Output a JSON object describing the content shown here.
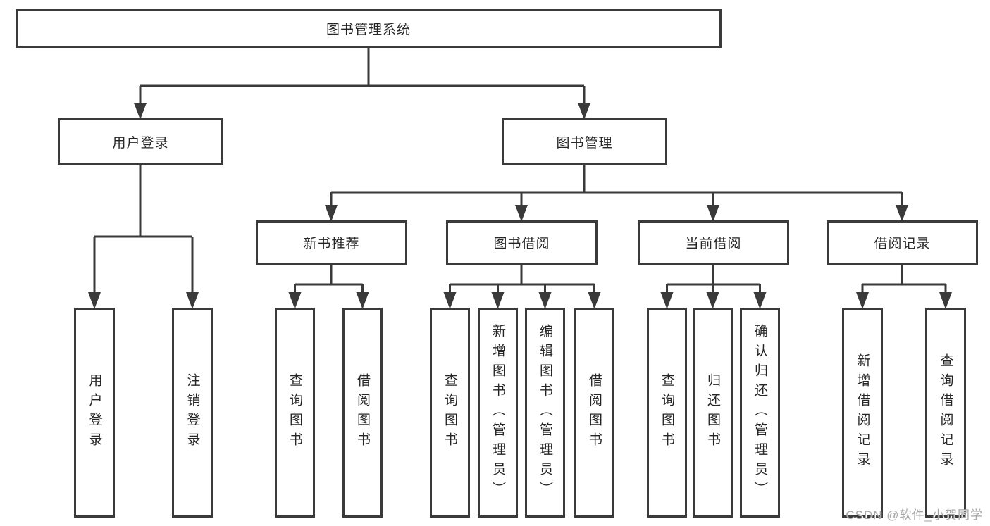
{
  "colors": {
    "line": "#3a3a3a",
    "text": "#262626",
    "background": "#ffffff",
    "watermark": "#a6a6a6"
  },
  "nodes": {
    "root": "图书管理系统",
    "user_login": "用户登录",
    "book_mgmt": "图书管理",
    "new_books": "新书推荐",
    "book_borrow": "图书借阅",
    "current_borrow": "当前借阅",
    "borrow_records": "借阅记录",
    "leaves": {
      "user_login": [
        "用户登录",
        "注销登录"
      ],
      "new_books": [
        "查询图书",
        "借阅图书"
      ],
      "book_borrow": [
        "查询图书",
        "新增图书（管理员）",
        "编辑图书（管理员）",
        "借阅图书"
      ],
      "current_borrow": [
        "查询图书",
        "归还图书",
        "确认归还（管理员）"
      ],
      "borrow_records": [
        "新增借阅记录",
        "查询借阅记录"
      ]
    }
  },
  "watermark": "CSDN @软件_小贺同学"
}
